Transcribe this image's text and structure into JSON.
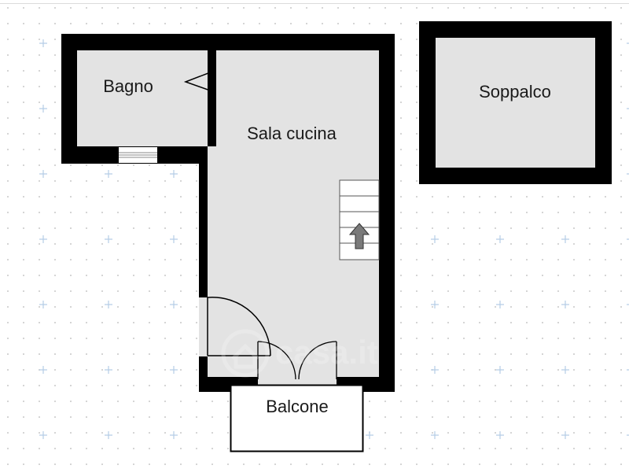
{
  "rooms": {
    "bagno": "Bagno",
    "sala_cucina": "Sala cucina",
    "soppalco": "Soppalco",
    "balcone": "Balcone"
  },
  "watermark": "casa.it",
  "colors": {
    "wall": "#000000",
    "floor": "#e3e3e3",
    "balcony_floor": "#ffffff",
    "grid_dot": "#c8c8c8",
    "grid_cross": "#b5cde6",
    "stair_arrow": "#7a7a7a",
    "background": "#ffffff"
  },
  "icons": [
    "stair-up-arrow-icon",
    "casa-it-logo-icon"
  ]
}
